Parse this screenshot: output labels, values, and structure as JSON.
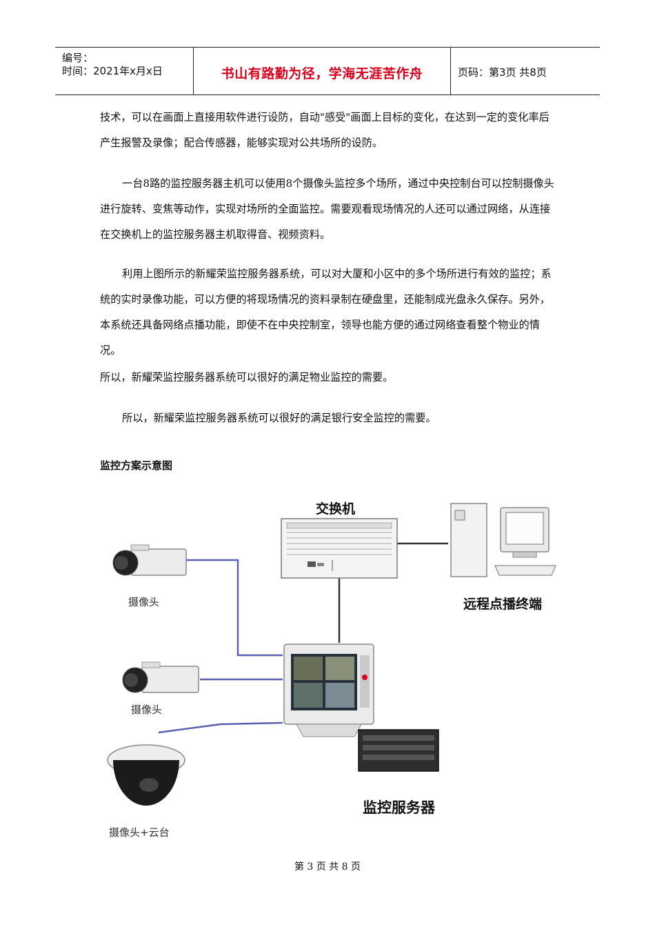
{
  "header": {
    "number_label": "编号：",
    "time_label": "时间：2021年x月x日",
    "motto": "书山有路勤为径，学海无涯苦作舟",
    "page_info": "页码：第3页  共8页"
  },
  "body": {
    "p1": "技术，可以在画面上直接用软件进行设防，自动\"感受\"画面上目标的变化，在达到一定的变化率后产生报警及录像；配合传感器，能够实现对公共场所的设防。",
    "p2": "一台8路的监控服务器主机可以使用8个摄像头监控多个场所，通过中央控制台可以控制摄像头进行旋转、变焦等动作，实现对场所的全面监控。需要观看现场情况的人还可以通过网络，从连接在交换机上的监控服务器主机取得音、视频资料。",
    "p3": "利用上图所示的新耀荣监控服务器系统，可以对大厦和小区中的多个场所进行有效的监控；系统的实时录像功能，可以方便的将现场情况的资料录制在硬盘里，还能制成光盘永久保存。另外，本系统还具备网络点播功能，即使不在中央控制室，领导也能方便的通过网络查看整个物业的情况。",
    "p4": "所以，新耀荣监控服务器系统可以很好的满足物业监控的需要。",
    "p5": "所以，新耀荣监控服务器系统可以很好的满足银行安全监控的需要。"
  },
  "figure": {
    "title": "监控方案示意图",
    "labels": {
      "switch": "交换机",
      "remote": "远程点播终端",
      "camera1": "摄像头",
      "camera2": "摄像头",
      "dome": "摄像头+云台",
      "server": "监控服务器"
    },
    "colors": {
      "link_blue": "#5b5fb0",
      "link_dark": "#333333"
    }
  },
  "footer": {
    "page": "第 3 页 共 8 页"
  }
}
